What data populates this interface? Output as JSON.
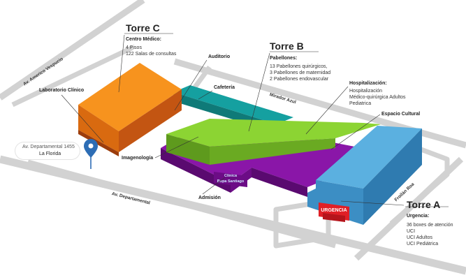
{
  "map": {
    "colors": {
      "street": "#d2d2d2",
      "torre_c": "#f07f1a",
      "auditorio": "#c35512",
      "cafeteria": "#0f7a78",
      "torre_b": "#7dc22a",
      "imagenologia": "#740c8f",
      "torre_a": "#4a9ccf",
      "urgencia": "#e01f26"
    },
    "pin_icon": "map-pin-icon",
    "pin_address_line1": "Av. Departamental 1455",
    "pin_address_line2": "La Florida",
    "streets": {
      "vespucio": "Av. Americo Vespucio",
      "mirador": "Mirador Azul",
      "departamental": "Av. Departamental",
      "froilan": "Froilán Roa"
    },
    "building_signs": {
      "clinica_line1": "Clínica",
      "clinica_line2": "Bupa Santiago",
      "urgencia": "URGENCIA"
    },
    "torre_c": {
      "title": "Torre C",
      "subtitle": "Centro Médico:",
      "items": [
        "4 Pisos",
        "122 Salas de consultas"
      ]
    },
    "torre_b": {
      "title": "Torre B",
      "subtitle": "Pabellones:",
      "items": [
        "13 Pabellones quirúrgicos,",
        "3 Pabellones de maternidad",
        "2 Pabellones endovascular"
      ]
    },
    "hospitalizacion": {
      "subtitle": "Hospitalización:",
      "items": [
        "Hospitalización",
        "Médico-quirúrgica Adultos",
        "Pediatrica"
      ]
    },
    "torre_a": {
      "title": "Torre A",
      "subtitle": "Urgencia:",
      "items": [
        "36 boxes de atención",
        "UCI",
        "UCI Adultos",
        "UCI Pediátrica"
      ]
    },
    "labels": {
      "laboratorio": "Laboratorio Clínico",
      "auditorio": "Auditorio",
      "cafeteria": "Cafetería",
      "espacio_cultural": "Espacio Cultural",
      "imagenologia": "Imagenología",
      "admision": "Admisión"
    }
  }
}
